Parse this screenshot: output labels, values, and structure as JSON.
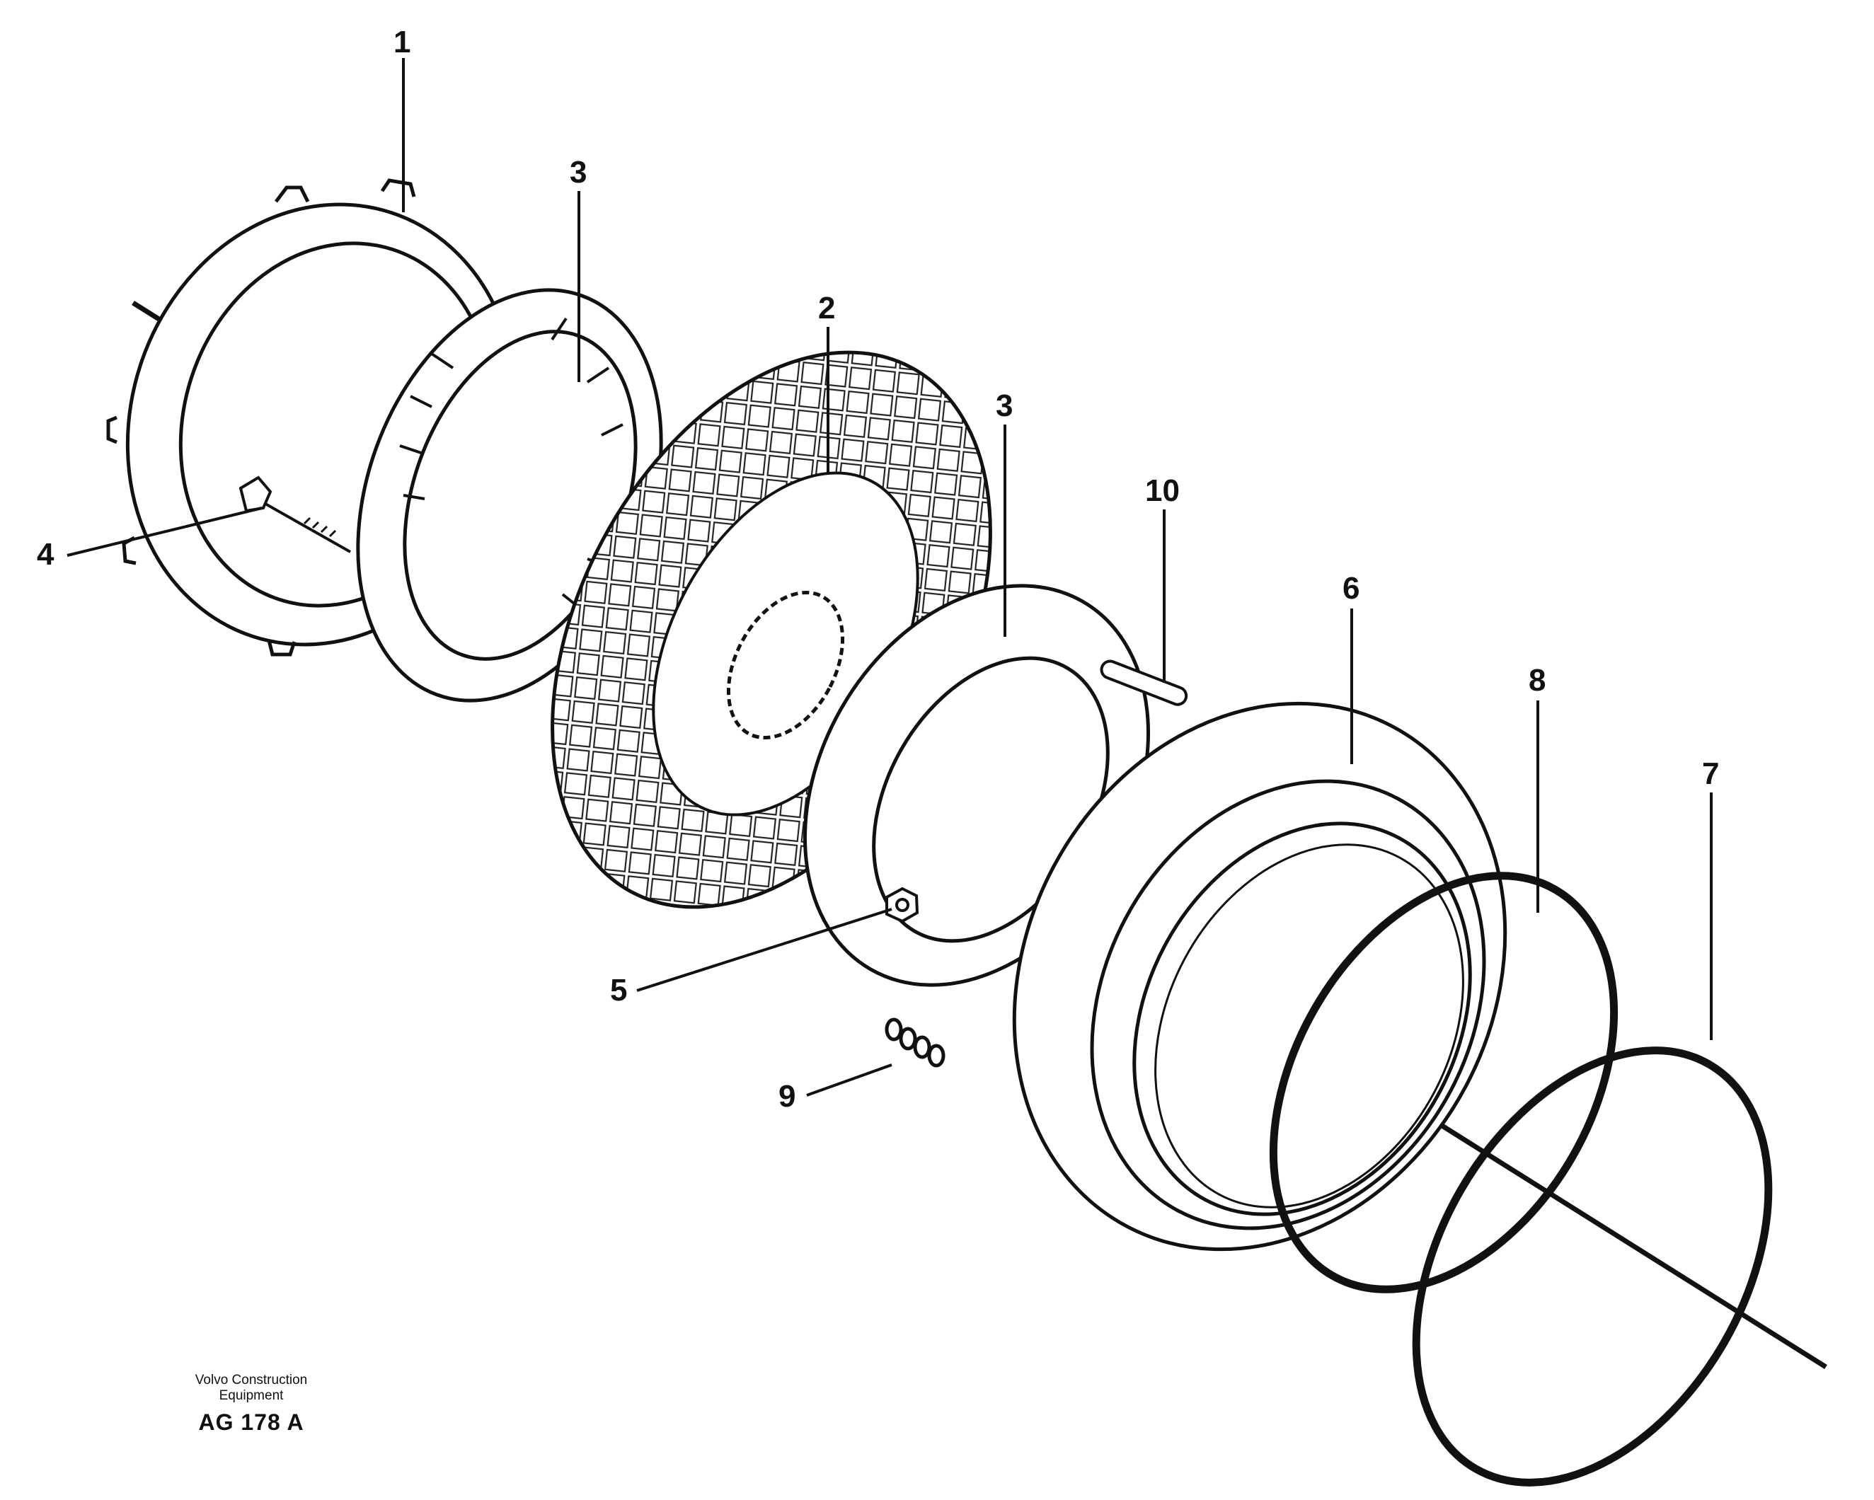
{
  "callouts": {
    "p1": "1",
    "p2": "2",
    "p3a": "3",
    "p3b": "3",
    "p4": "4",
    "p5": "5",
    "p6": "6",
    "p7": "7",
    "p8": "8",
    "p9": "9",
    "p10": "10"
  },
  "footer": {
    "company_line1": "Volvo Construction",
    "company_line2": "Equipment",
    "code": "AG 178 A"
  }
}
